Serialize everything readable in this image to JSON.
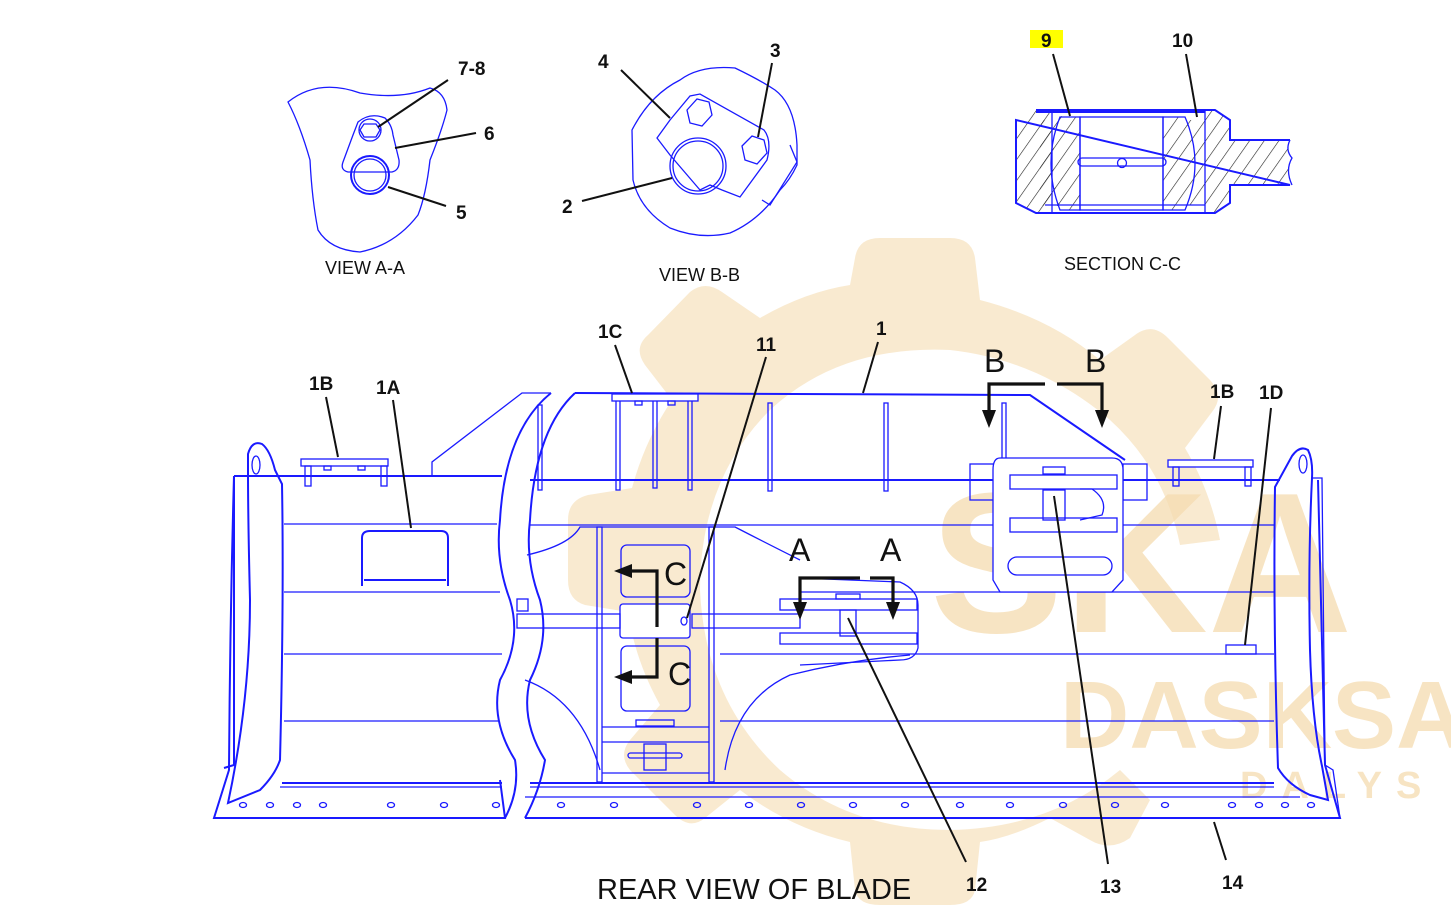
{
  "drawing": {
    "title": "REAR VIEW OF BLADE",
    "line_color": "#1a1aff",
    "leader_color": "#111111",
    "highlight_color": "#ffff00"
  },
  "views": {
    "view_aa": {
      "label": "VIEW A-A",
      "callouts": [
        "7-8",
        "6",
        "5"
      ]
    },
    "view_bb": {
      "label": "VIEW B-B",
      "callouts": [
        "4",
        "3",
        "2"
      ]
    },
    "section_cc": {
      "label": "SECTION C-C",
      "callouts": [
        "9",
        "10"
      ],
      "highlighted_callout": "9"
    }
  },
  "section_markers": {
    "a_left": "A",
    "a_right": "A",
    "b_left": "B",
    "b_right": "B",
    "c_top": "C",
    "c_bottom": "C"
  },
  "blade_callouts": {
    "c1B_left": "1B",
    "c1A": "1A",
    "c1C": "1C",
    "c11": "11",
    "c1": "1",
    "c1B_right": "1B",
    "c1D": "1D",
    "c12": "12",
    "c13": "13",
    "c14": "14"
  },
  "watermark": {
    "line1": "SKA",
    "line2": "DASKSA",
    "line3": "DALYS"
  }
}
